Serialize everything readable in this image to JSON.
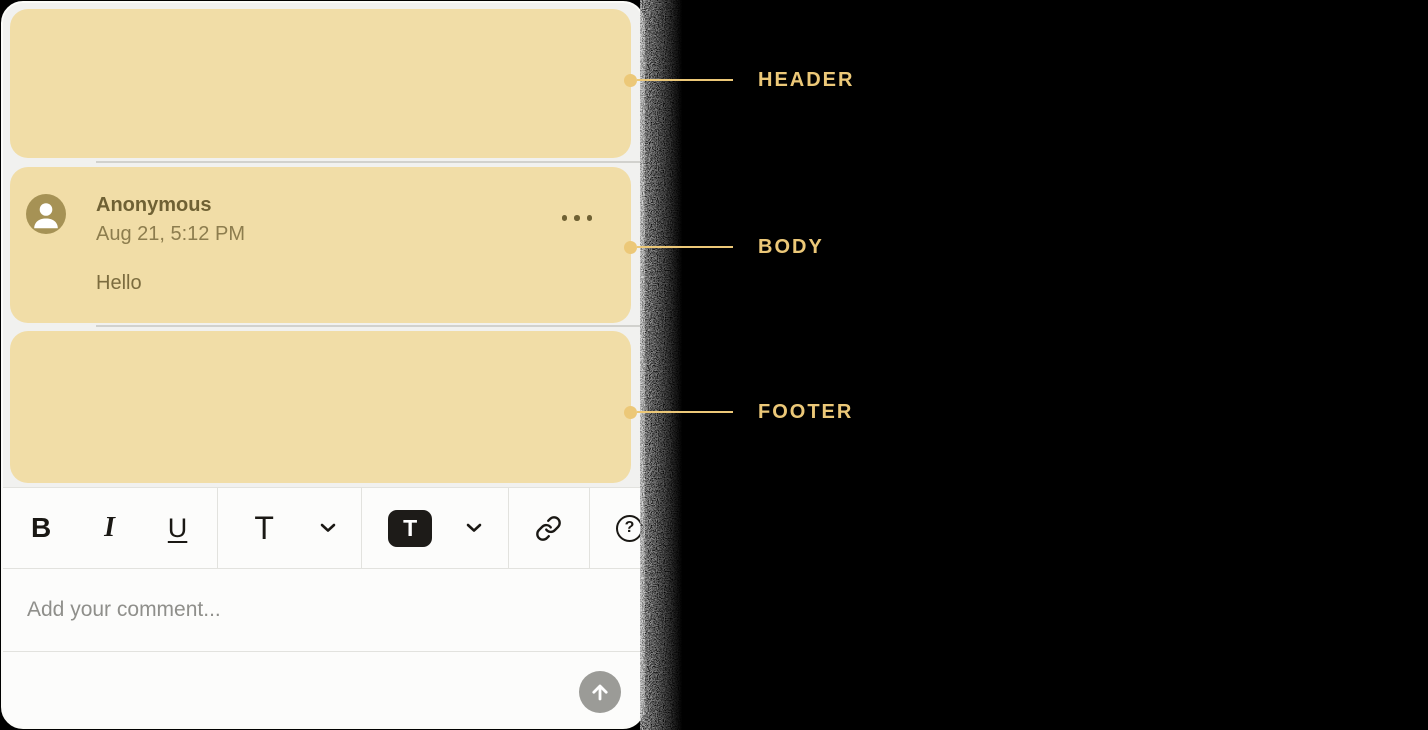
{
  "comment_panel": {
    "regions": {
      "header": {
        "name": "header placeholder region"
      },
      "footer": {
        "name": "footer placeholder region"
      }
    },
    "comment": {
      "author": "Anonymous",
      "timestamp": "Aug 21, 5:12 PM",
      "body": "Hello",
      "avatar_icon": "person-icon",
      "menu_icon": "ellipsis-icon"
    },
    "toolbar": {
      "bold": "B",
      "italic": "I",
      "underline": "U",
      "text_style": "T",
      "text_color": "T",
      "dropdown_icon": "chevron-down-icon",
      "link_icon": "link-icon",
      "help_icon": "question-circle-icon",
      "help_glyph": "?"
    },
    "composer": {
      "placeholder": "Add your comment...",
      "send_icon": "arrow-up-icon"
    }
  },
  "annotations": [
    {
      "label": "HEADER"
    },
    {
      "label": "BODY"
    },
    {
      "label": "FOOTER"
    }
  ],
  "colors": {
    "background": "#000000",
    "accent_gold": "#ecc878",
    "block_tan": "#f1dda7",
    "avatar_olive": "#a69255",
    "text_olive": "#6f6134",
    "panel_gray": "#f1f1ef",
    "composer_white": "#fcfcfb",
    "send_gray": "#9b9b97"
  }
}
